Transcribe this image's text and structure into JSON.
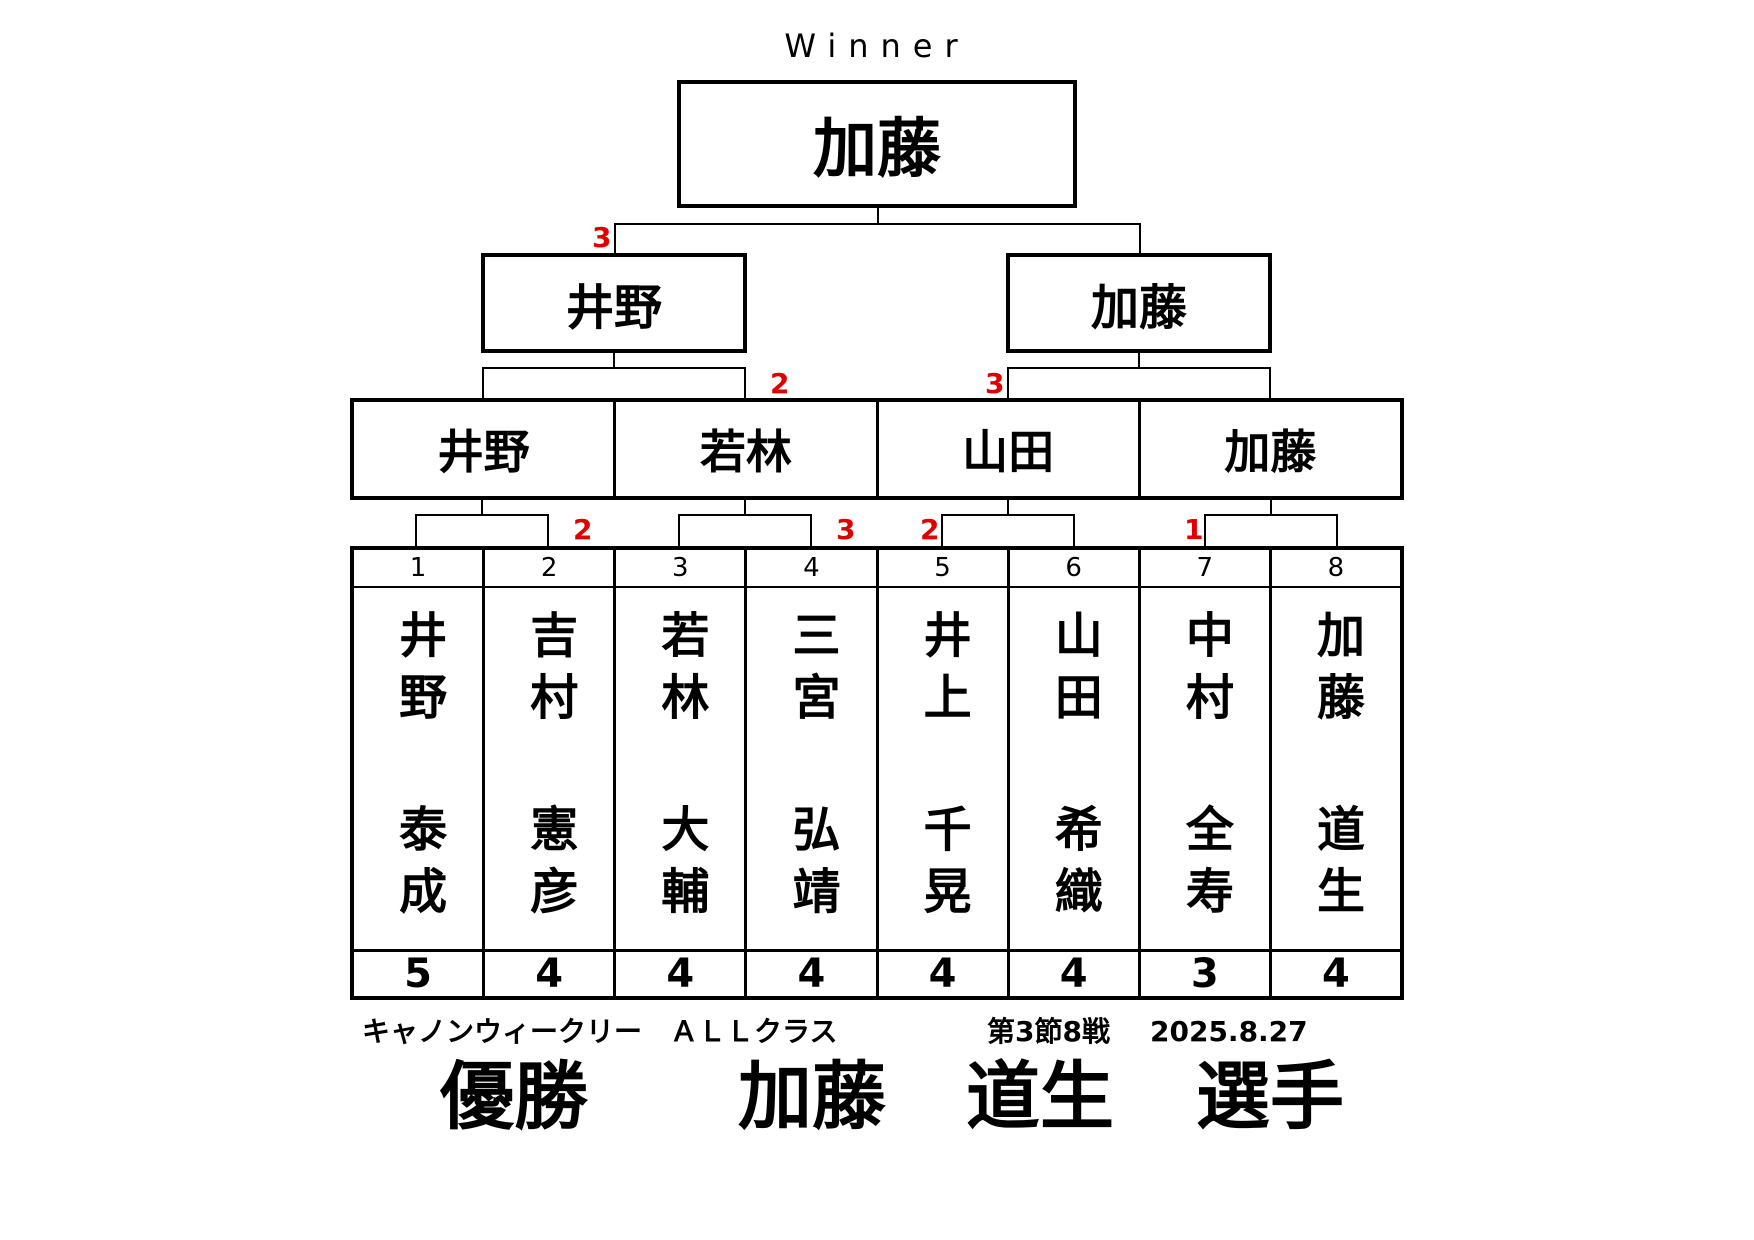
{
  "winner": {
    "label": "Winner",
    "name": "加藤"
  },
  "semifinal": [
    {
      "name": "井野",
      "score": "3"
    },
    {
      "name": "加藤",
      "score": ""
    }
  ],
  "quarterfinal": [
    {
      "name": "井野",
      "score": ""
    },
    {
      "name": "若林",
      "score": "2"
    },
    {
      "name": "山田",
      "score": "3"
    },
    {
      "name": "加藤",
      "score": ""
    }
  ],
  "first_round_scores": [
    "2",
    "3",
    "2",
    "1"
  ],
  "players": [
    {
      "seed": "1",
      "family": "井野",
      "given": "泰成",
      "count": "5"
    },
    {
      "seed": "2",
      "family": "吉村",
      "given": "憲彦",
      "count": "4"
    },
    {
      "seed": "3",
      "family": "若林",
      "given": "大輔",
      "count": "4"
    },
    {
      "seed": "4",
      "family": "三宮",
      "given": "弘靖",
      "count": "4"
    },
    {
      "seed": "5",
      "family": "井上",
      "given": "千晃",
      "count": "4"
    },
    {
      "seed": "6",
      "family": "山田",
      "given": "希織",
      "count": "4"
    },
    {
      "seed": "7",
      "family": "中村",
      "given": "全寿",
      "count": "3"
    },
    {
      "seed": "8",
      "family": "加藤",
      "given": "道生",
      "count": "4"
    }
  ],
  "footer": {
    "event": "キャノンウィークリー　ＡＬＬクラス",
    "round": "第3節8戦",
    "date": "2025.8.27",
    "result_label": "優勝",
    "champion_family": "加藤",
    "champion_given": "道生",
    "suffix": "選手"
  },
  "colors": {
    "score": "#e00000",
    "line": "#000000"
  }
}
